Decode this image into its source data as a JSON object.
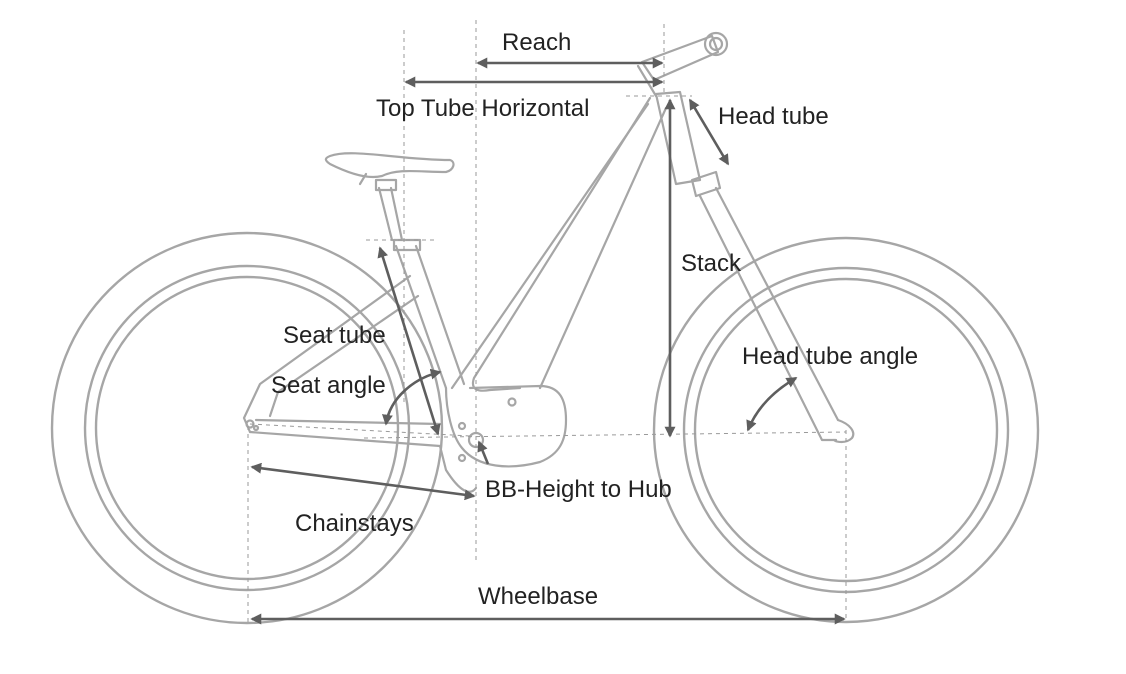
{
  "labels": {
    "reach": "Reach",
    "top_tube_horizontal": "Top Tube Horizontal",
    "head_tube": "Head tube",
    "stack": "Stack",
    "seat_tube": "Seat tube",
    "seat_angle": "Seat angle",
    "head_tube_angle": "Head tube angle",
    "bb_height_to_hub": "BB-Height to Hub",
    "chainstays": "Chainstays",
    "wheelbase": "Wheelbase"
  },
  "colors": {
    "frame": "#a6a6a6",
    "dimension": "#5e5e5e",
    "guide": "#9a9a9a",
    "text": "#222222"
  }
}
